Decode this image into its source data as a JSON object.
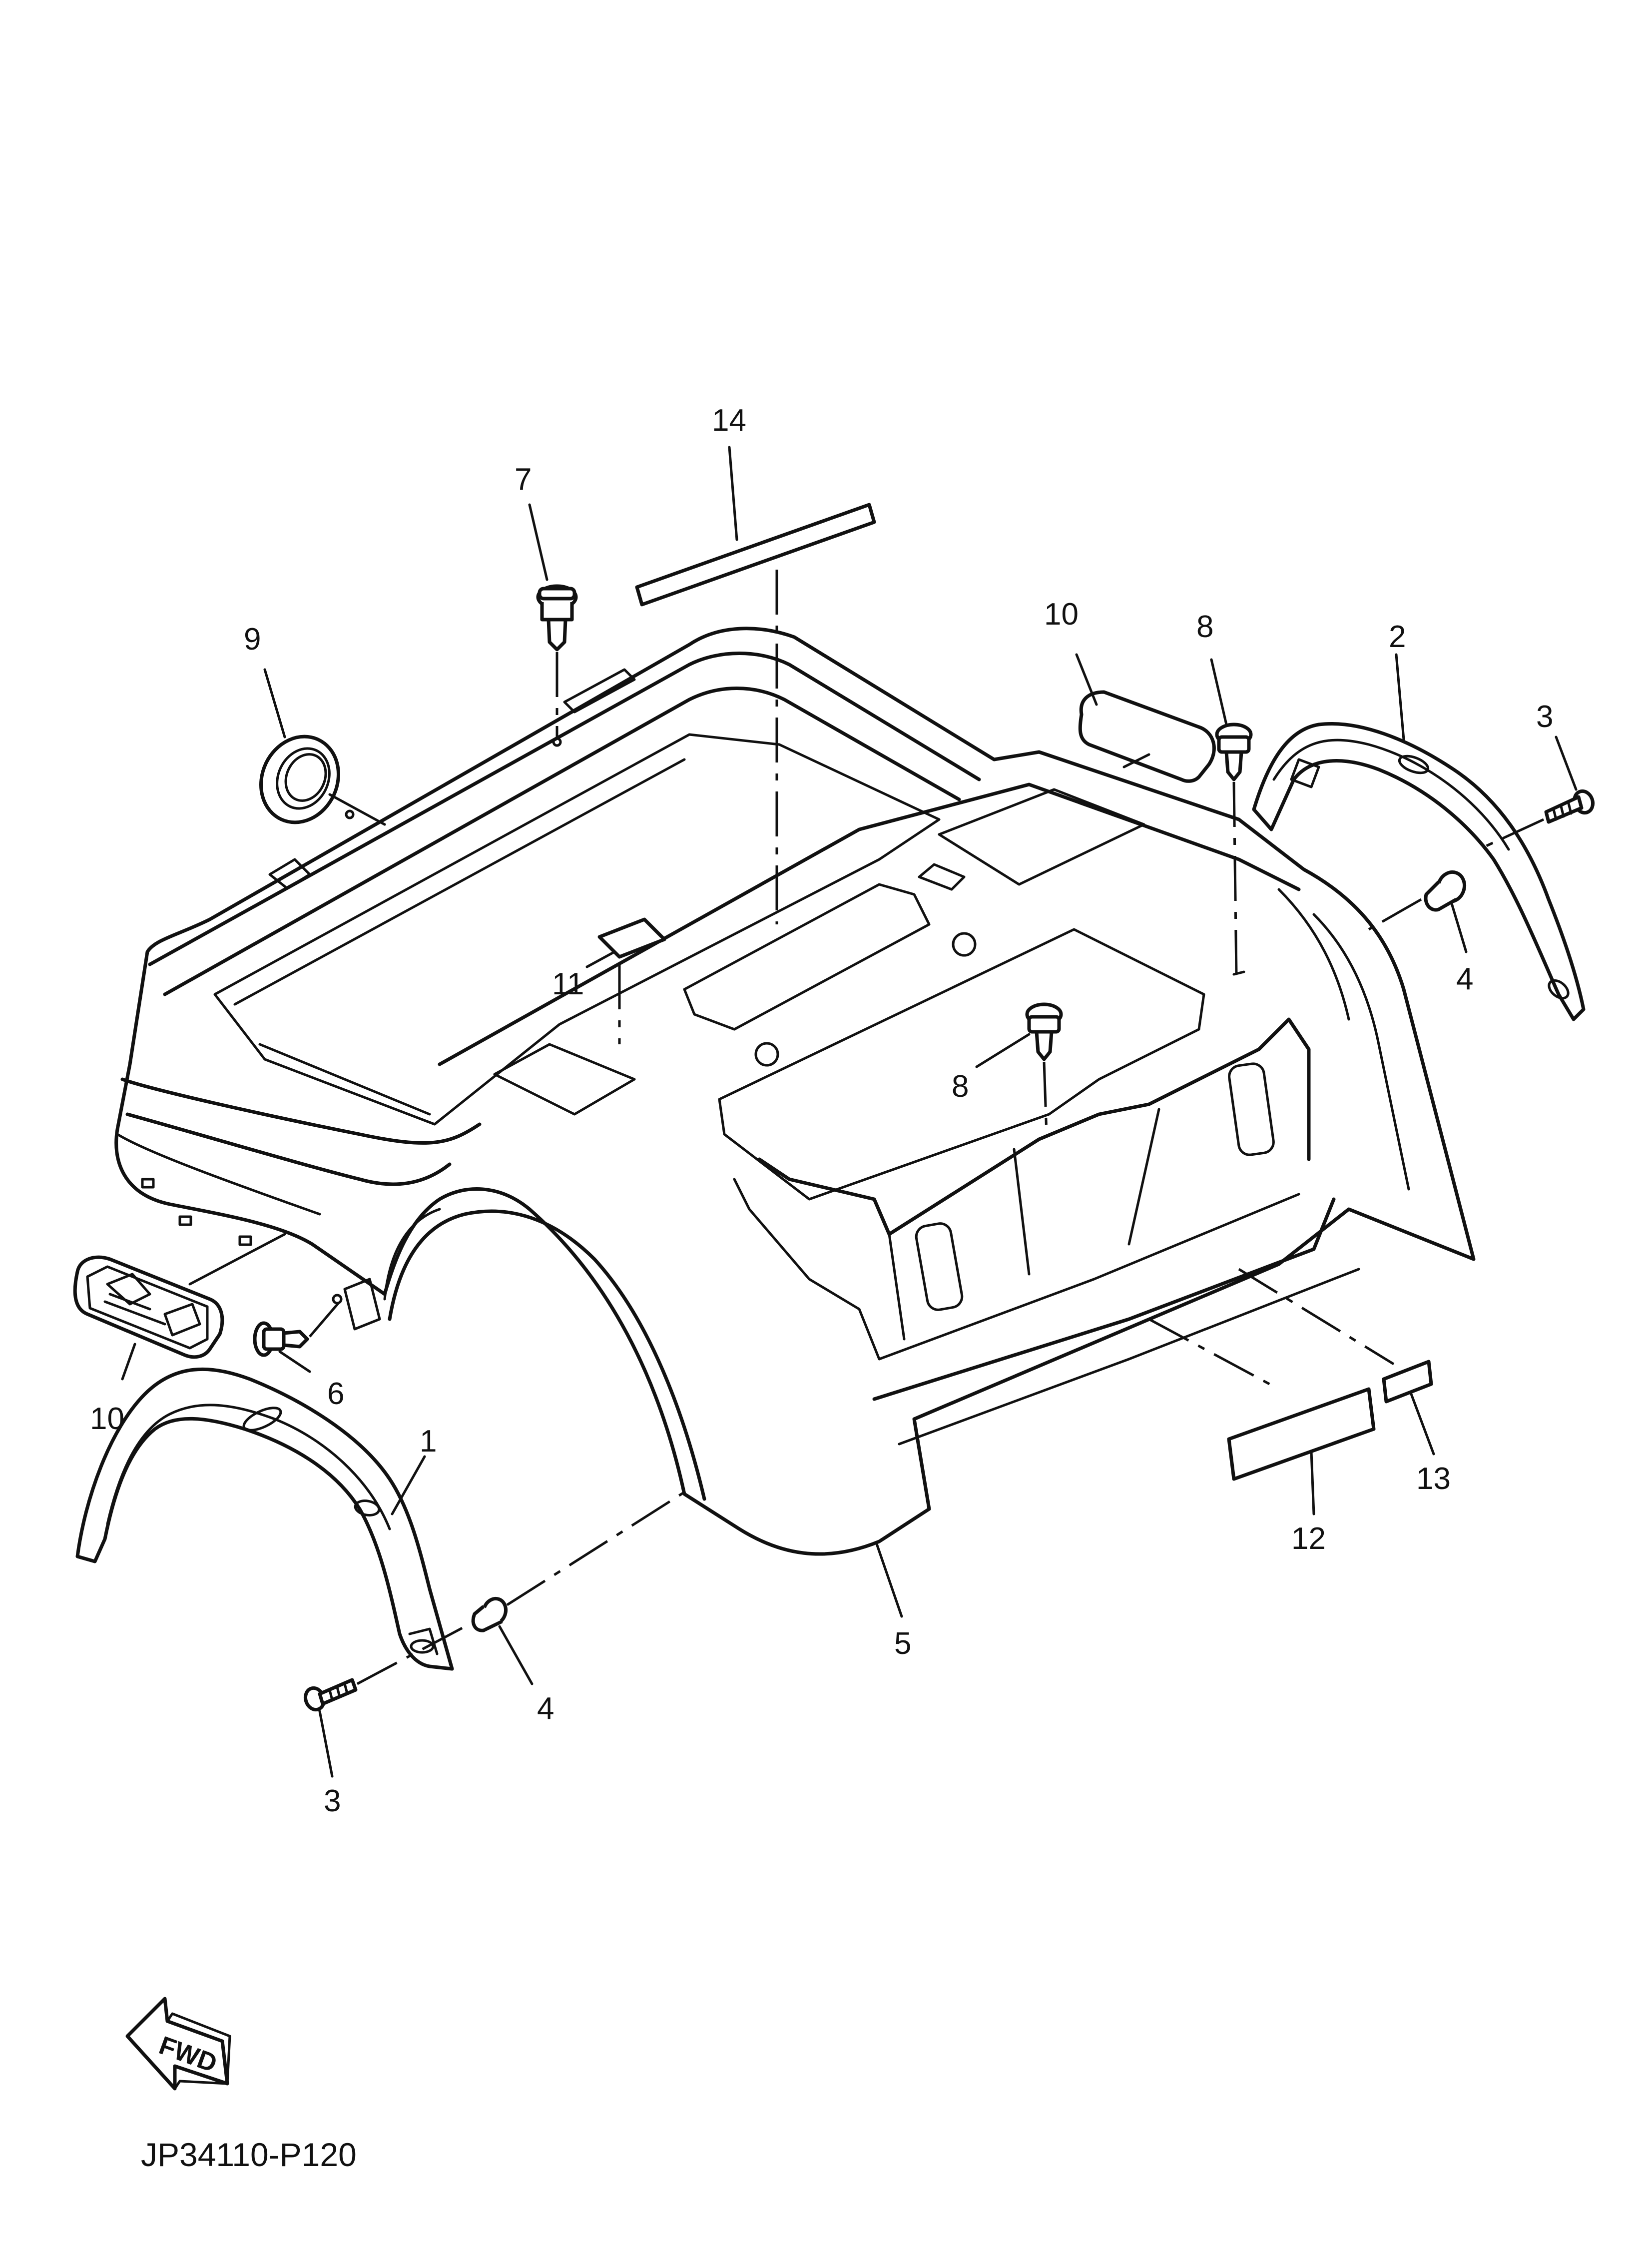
{
  "diagram": {
    "drawing_code": "JP34110-P120",
    "direction_arrow": {
      "label": "FWD",
      "icon": "fwd-arrow-icon"
    },
    "callouts": {
      "c1": "1",
      "c2": "2",
      "c3a": "3",
      "c3b": "3",
      "c4a": "4",
      "c4b": "4",
      "c5": "5",
      "c6": "6",
      "c7": "7",
      "c8a": "8",
      "c8b": "8",
      "c9": "9",
      "c10a": "10",
      "c10b": "10",
      "c11": "11",
      "c12": "12",
      "c13": "13",
      "c14": "14"
    },
    "colors": {
      "line": "#111111",
      "background": "#ffffff"
    }
  }
}
